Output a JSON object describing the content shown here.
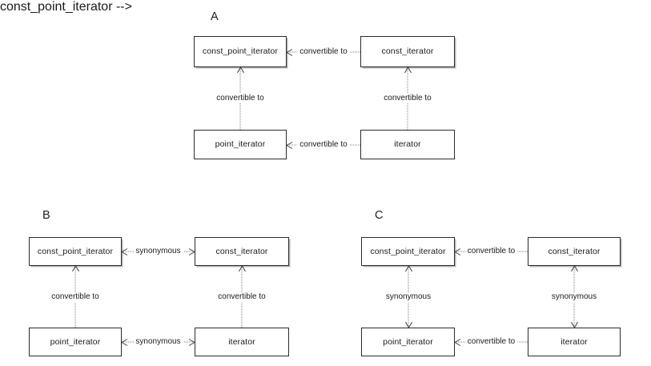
{
  "figure": {
    "background": "#ffffff",
    "line_color": "#7d7d7d",
    "box_border_color": "#2b2b2b",
    "text_color": "#1a1a1a"
  },
  "nodes": {
    "const_point_iterator": "const_point_iterator",
    "const_iterator": "const_iterator",
    "point_iterator": "point_iterator",
    "iterator": "iterator"
  },
  "relations": {
    "convertible_to": "convertible to",
    "synonymous": "synonymous"
  },
  "panels": [
    {
      "letter": "A",
      "nodes": {
        "top_left": "const_point_iterator",
        "top_right": "const_iterator",
        "bottom_left": "point_iterator",
        "bottom_right": "iterator"
      },
      "edges": {
        "top_horizontal": {
          "label": "convertible to",
          "arrows": "left"
        },
        "bottom_horizontal": {
          "label": "convertible to",
          "arrows": "left"
        },
        "left_vertical": {
          "label": "convertible to",
          "arrows": "up"
        },
        "right_vertical": {
          "label": "convertible to",
          "arrows": "up"
        }
      }
    },
    {
      "letter": "B",
      "nodes": {
        "top_left": "const_point_iterator",
        "top_right": "const_iterator",
        "bottom_left": "point_iterator",
        "bottom_right": "iterator"
      },
      "edges": {
        "top_horizontal": {
          "label": "synonymous",
          "arrows": "both"
        },
        "bottom_horizontal": {
          "label": "synonymous",
          "arrows": "both"
        },
        "left_vertical": {
          "label": "convertible to",
          "arrows": "up"
        },
        "right_vertical": {
          "label": "convertible to",
          "arrows": "up"
        }
      }
    },
    {
      "letter": "C",
      "nodes": {
        "top_left": "const_point_iterator",
        "top_right": "const_iterator",
        "bottom_left": "point_iterator",
        "bottom_right": "iterator"
      },
      "edges": {
        "top_horizontal": {
          "label": "convertible to",
          "arrows": "left"
        },
        "bottom_horizontal": {
          "label": "convertible to",
          "arrows": "left"
        },
        "left_vertical": {
          "label": "synonymous",
          "arrows": "both"
        },
        "right_vertical": {
          "label": "synonymous",
          "arrows": "both"
        }
      }
    }
  ]
}
